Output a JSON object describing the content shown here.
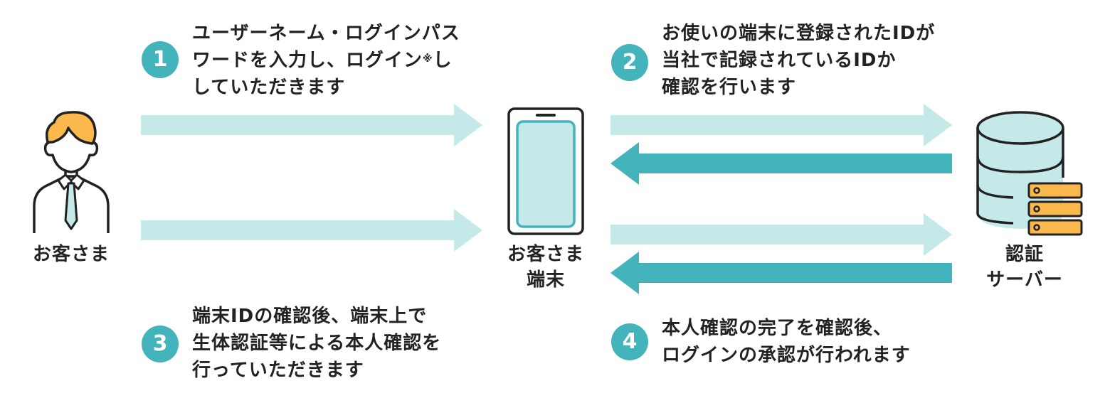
{
  "colors": {
    "accent": "#43b4bb",
    "light_arrow": "#c4e9e8",
    "dark_arrow": "#43b4bb",
    "hair": "#fbb84c",
    "tie": "#c4e9e8",
    "server_unit": "#fbb84c",
    "outline": "#222222",
    "text": "#222222"
  },
  "actors": {
    "customer": {
      "icon": "person-icon",
      "label": "お客さま"
    },
    "device": {
      "icon": "smartphone-icon",
      "label_lines": [
        "お客さま",
        "端末"
      ]
    },
    "server": {
      "icon": "database-server-icon",
      "label_lines": [
        "認証",
        "サーバー"
      ]
    }
  },
  "steps": [
    {
      "number": "1",
      "lines": [
        "ユーザーネーム・ログインパス",
        "ワードを入力し、ログイン",
        "していただきます"
      ],
      "note_mark": "※",
      "note_after": "し"
    },
    {
      "number": "2",
      "lines": [
        "お使いの端末に登録されたIDが",
        "当社で記録されているIDか",
        "確認を行います"
      ]
    },
    {
      "number": "3",
      "lines": [
        "端末IDの確認後、端末上で",
        "生体認証等による本人確認を",
        "行っていただきます"
      ]
    },
    {
      "number": "4",
      "lines": [
        "本人確認の完了を確認後、",
        "ログインの承認が行われます"
      ]
    }
  ],
  "arrows": [
    {
      "id": "customer-to-device-1",
      "from": "customer",
      "to": "device",
      "style": "light"
    },
    {
      "id": "device-to-server-1",
      "from": "device",
      "to": "server",
      "style": "light"
    },
    {
      "id": "server-to-device-1",
      "from": "server",
      "to": "device",
      "style": "dark"
    },
    {
      "id": "customer-to-device-2",
      "from": "customer",
      "to": "device",
      "style": "light"
    },
    {
      "id": "device-to-server-2",
      "from": "device",
      "to": "server",
      "style": "light"
    },
    {
      "id": "server-to-device-2",
      "from": "server",
      "to": "device",
      "style": "dark"
    }
  ]
}
